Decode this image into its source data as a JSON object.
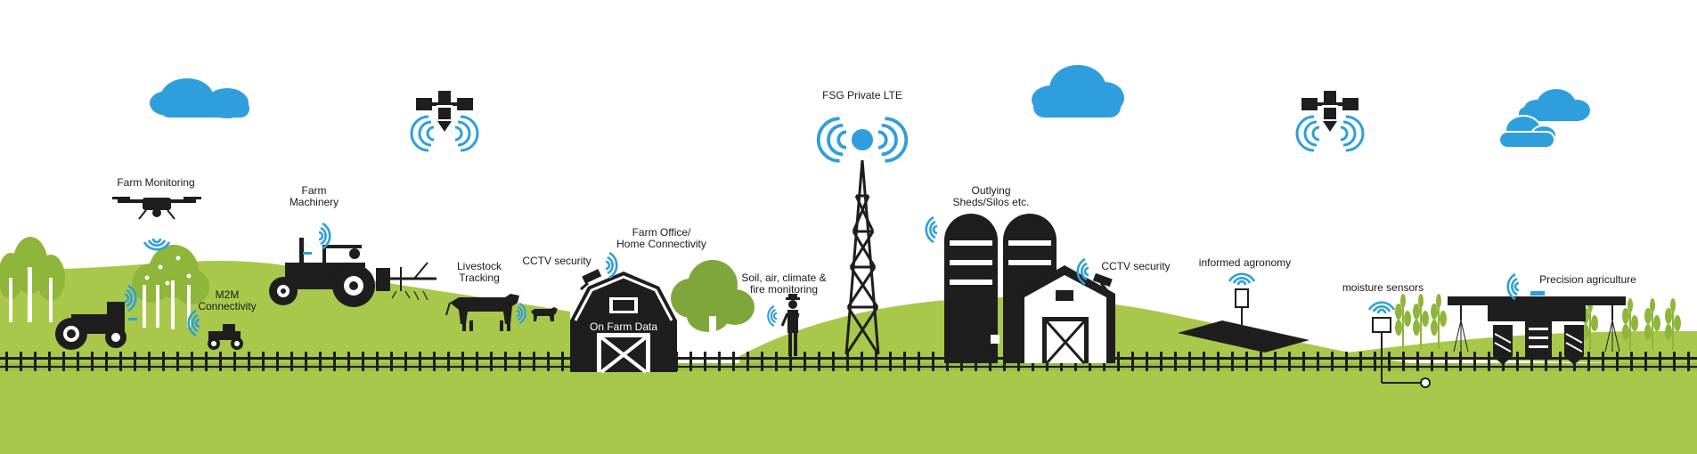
{
  "labels": {
    "farm_monitoring": "Farm Monitoring",
    "farm_machinery_1": "Farm",
    "farm_machinery_2": "Machinery",
    "m2m_1": "M2M",
    "m2m_2": "Connectivity",
    "livestock_1": "Livestock",
    "livestock_2": "Tracking",
    "cctv_1": "CCTV security",
    "farm_office_1": "Farm Office/",
    "farm_office_2": "Home Connectivity",
    "on_farm_data": "On Farm Data",
    "soil_1": "Soil, air, climate &",
    "soil_2": "fire monitoring",
    "fsg_lte": "FSG Private LTE",
    "outlying_1": "Outlying",
    "outlying_2": "Sheds/Silos etc.",
    "cctv_2": "CCTV security",
    "agronomy": "informed agronomy",
    "moisture": "moisture sensors",
    "precision": "Precision agriculture"
  },
  "icons": [
    "cloud-icon",
    "satellite-icon",
    "drone-icon",
    "tractor-icon",
    "barn-icon",
    "silo-icon",
    "cell-tower-icon",
    "cow-icon",
    "farmer-icon",
    "wifi-signal-icon",
    "sensor-icon",
    "irrigation-machine-icon"
  ],
  "colors": {
    "accent_blue": "#2e9fdc",
    "grass_light": "#a9c84b",
    "grass_dark": "#8fb53a",
    "silhouette": "#1e1e1e",
    "tree_green": "#7fa63a"
  }
}
